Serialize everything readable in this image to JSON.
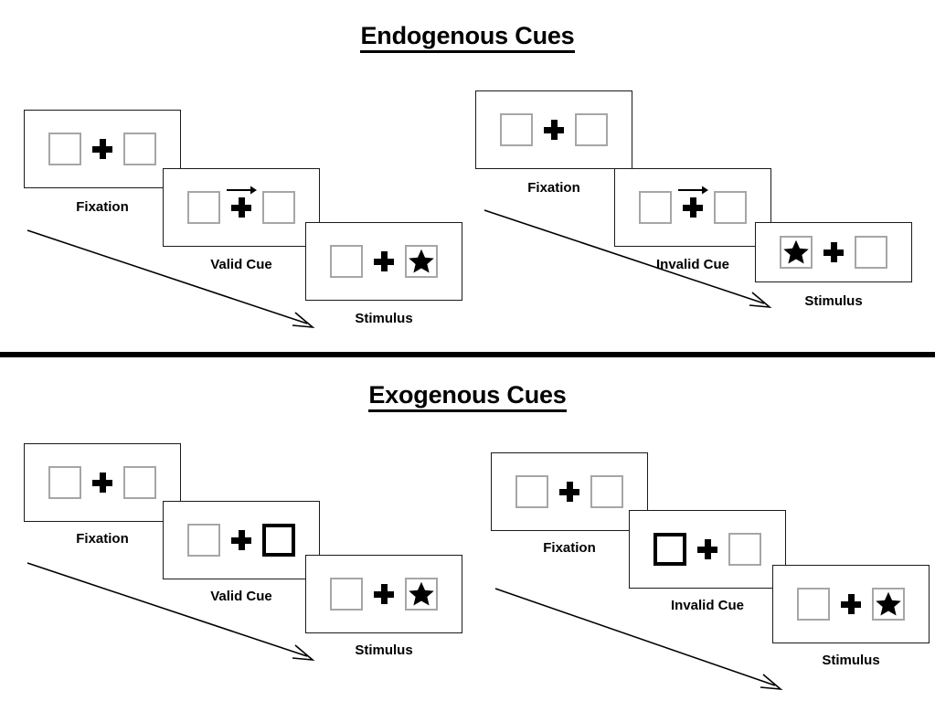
{
  "figure": {
    "title_top": "Endogenous Cues",
    "title_bottom": "Exogenous Cues"
  },
  "sections": [
    {
      "id": "endogenous",
      "title": "Endogenous Cues",
      "sequences": [
        {
          "id": "endogenous-valid",
          "frames": [
            {
              "caption": "Fixation",
              "left_box": "empty",
              "right_box": "empty",
              "center": "fixation-plus",
              "cue": "none"
            },
            {
              "caption": "Valid Cue",
              "left_box": "empty",
              "right_box": "empty",
              "center": "fixation-plus",
              "cue": "arrow-right"
            },
            {
              "caption": "Stimulus",
              "left_box": "empty",
              "right_box": "star",
              "center": "fixation-plus",
              "cue": "none"
            }
          ]
        },
        {
          "id": "endogenous-invalid",
          "frames": [
            {
              "caption": "Fixation",
              "left_box": "empty",
              "right_box": "empty",
              "center": "fixation-plus",
              "cue": "none"
            },
            {
              "caption": "Invalid Cue",
              "left_box": "empty",
              "right_box": "empty",
              "center": "fixation-plus",
              "cue": "arrow-right"
            },
            {
              "caption": "Stimulus",
              "left_box": "star",
              "right_box": "empty",
              "center": "fixation-plus",
              "cue": "none"
            }
          ]
        }
      ]
    },
    {
      "id": "exogenous",
      "title": "Exogenous Cues",
      "sequences": [
        {
          "id": "exogenous-valid",
          "frames": [
            {
              "caption": "Fixation",
              "left_box": "empty",
              "right_box": "empty",
              "center": "fixation-plus",
              "cue": "none"
            },
            {
              "caption": "Valid Cue",
              "left_box": "empty",
              "right_box": "highlighted",
              "center": "fixation-plus",
              "cue": "box-flash-right"
            },
            {
              "caption": "Stimulus",
              "left_box": "empty",
              "right_box": "star",
              "center": "fixation-plus",
              "cue": "none"
            }
          ]
        },
        {
          "id": "exogenous-invalid",
          "frames": [
            {
              "caption": "Fixation",
              "left_box": "empty",
              "right_box": "empty",
              "center": "fixation-plus",
              "cue": "none"
            },
            {
              "caption": "Invalid Cue",
              "left_box": "highlighted",
              "right_box": "empty",
              "center": "fixation-plus",
              "cue": "box-flash-left"
            },
            {
              "caption": "Stimulus",
              "left_box": "empty",
              "right_box": "star",
              "center": "fixation-plus",
              "cue": "none"
            }
          ]
        }
      ]
    }
  ],
  "colors": {
    "background": "#ffffff",
    "frame_border": "#1a1a1a",
    "placeholder_box_border": "#a6a6a6",
    "cued_box_border": "#000000",
    "ink": "#000000",
    "divider": "#000000"
  }
}
